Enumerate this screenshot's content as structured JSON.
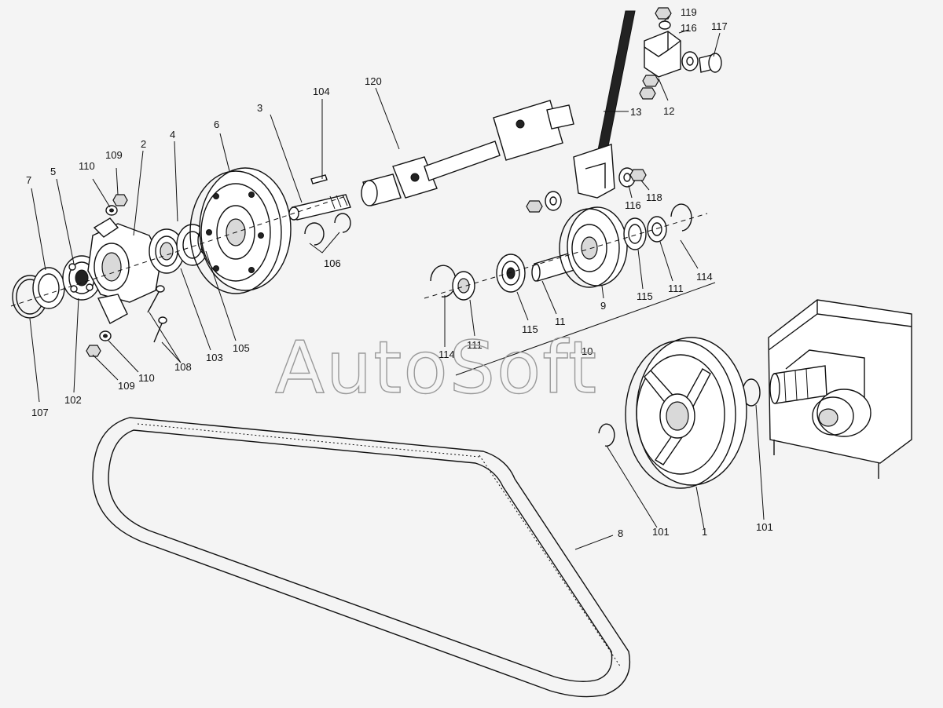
{
  "watermark": "AutoSoft",
  "callouts": [
    {
      "id": "lbl-119",
      "text": "119"
    },
    {
      "id": "lbl-116a",
      "text": "116"
    },
    {
      "id": "lbl-117",
      "text": "117"
    },
    {
      "id": "lbl-12",
      "text": "12"
    },
    {
      "id": "lbl-13",
      "text": "13"
    },
    {
      "id": "lbl-104",
      "text": "104"
    },
    {
      "id": "lbl-120",
      "text": "120"
    },
    {
      "id": "lbl-3",
      "text": "3"
    },
    {
      "id": "lbl-6",
      "text": "6"
    },
    {
      "id": "lbl-4",
      "text": "4"
    },
    {
      "id": "lbl-2",
      "text": "2"
    },
    {
      "id": "lbl-109a",
      "text": "109"
    },
    {
      "id": "lbl-110a",
      "text": "110"
    },
    {
      "id": "lbl-5",
      "text": "5"
    },
    {
      "id": "lbl-7",
      "text": "7"
    },
    {
      "id": "lbl-106",
      "text": "106"
    },
    {
      "id": "lbl-116b",
      "text": "116"
    },
    {
      "id": "lbl-118",
      "text": "118"
    },
    {
      "id": "lbl-114a",
      "text": "114"
    },
    {
      "id": "lbl-111a",
      "text": "111"
    },
    {
      "id": "lbl-115a",
      "text": "115"
    },
    {
      "id": "lbl-9",
      "text": "9"
    },
    {
      "id": "lbl-11",
      "text": "11"
    },
    {
      "id": "lbl-115b",
      "text": "115"
    },
    {
      "id": "lbl-111b",
      "text": "111"
    },
    {
      "id": "lbl-114b",
      "text": "114"
    },
    {
      "id": "lbl-10",
      "text": "10"
    },
    {
      "id": "lbl-103",
      "text": "103"
    },
    {
      "id": "lbl-105",
      "text": "105"
    },
    {
      "id": "lbl-108",
      "text": "108"
    },
    {
      "id": "lbl-110b",
      "text": "110"
    },
    {
      "id": "lbl-109b",
      "text": "109"
    },
    {
      "id": "lbl-102",
      "text": "102"
    },
    {
      "id": "lbl-107",
      "text": "107"
    },
    {
      "id": "lbl-8",
      "text": "8"
    },
    {
      "id": "lbl-101a",
      "text": "101"
    },
    {
      "id": "lbl-1",
      "text": "1"
    },
    {
      "id": "lbl-101b",
      "text": "101"
    }
  ]
}
